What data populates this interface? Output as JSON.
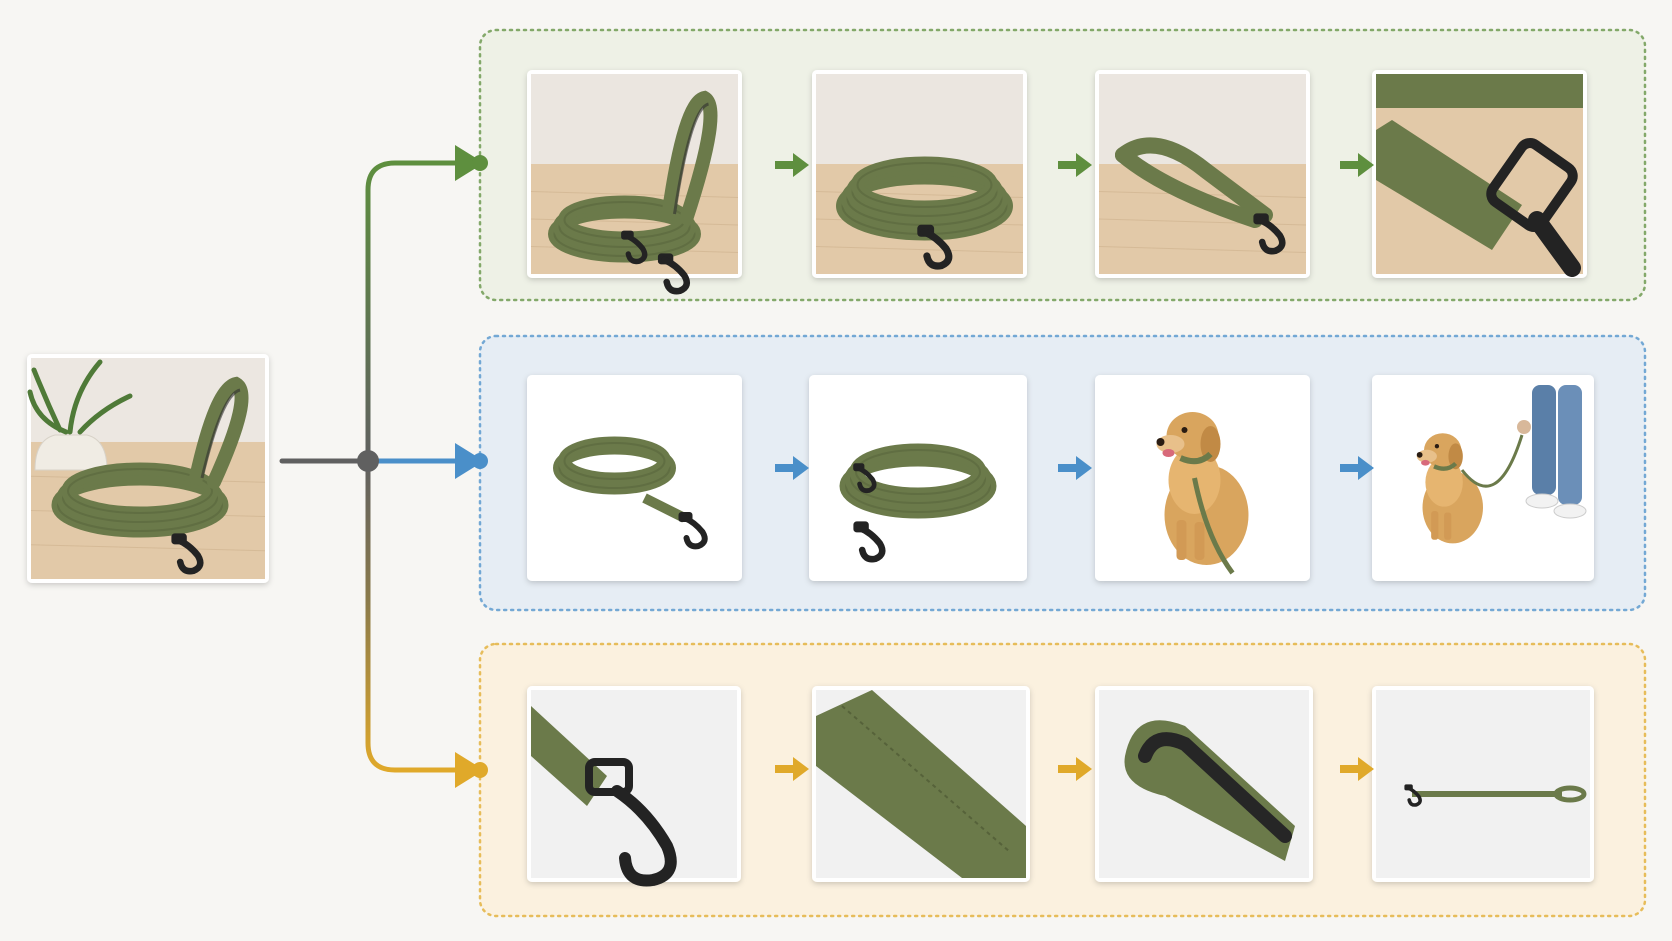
{
  "colors": {
    "background": "#f7f6f3",
    "connector_gray": "#606060",
    "branch_green": "#5e8f3e",
    "branch_blue": "#4a8fc9",
    "branch_yellow": "#e0a92a",
    "panel_green_fill": "#eef1e6",
    "panel_blue_fill": "#e6edf4",
    "panel_yellow_fill": "#fbf1df",
    "leash_olive": "#6b7a4a",
    "leash_dark_olive": "#56623a",
    "clip_black": "#232323",
    "wood": "#e2c9a8",
    "dog_golden": "#d9a55e",
    "jeans_blue": "#5a7fa8"
  },
  "source": {
    "image": "olive-leash-coiled-on-wooden-table-with-plant"
  },
  "branches": [
    {
      "id": "green",
      "images": [
        "leash-coiled-with-upright-handle",
        "leash-fully-coiled",
        "leash-handle-loop-with-clip",
        "clip-and-strap-closeup"
      ]
    },
    {
      "id": "blue",
      "images": [
        "leash-coiled-on-white",
        "leash-coiled-with-clip-on-white",
        "golden-retriever-sitting-with-leash",
        "person-walking-golden-retriever"
      ]
    },
    {
      "id": "yellow",
      "images": [
        "metal-clip-closeup",
        "webbing-texture-closeup",
        "padded-handle-closeup",
        "full-leash-length-view"
      ]
    }
  ]
}
